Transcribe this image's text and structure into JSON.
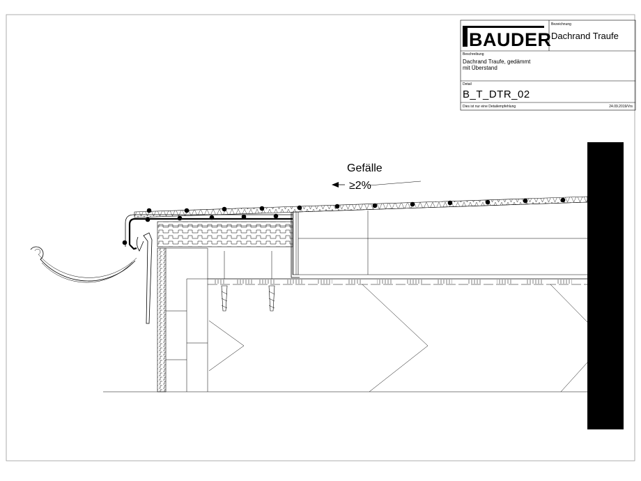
{
  "title_block": {
    "logo_text": "BAUDER",
    "bezeichnung_label": "Bezeichnung",
    "bezeichnung_value": "Dachrand Traufe",
    "beschreibung_label": "Beschreibung",
    "beschreibung_line1": "Dachrand Traufe, gedämmt",
    "beschreibung_line2": "mit Überstand",
    "detail_label": "Detail",
    "detail_code": "B_T_DTR_02",
    "footer_note": "Dies ist nur eine Detailempfehlung",
    "footer_date": "24.09.2019/Vrs"
  },
  "annotations": {
    "slope_label": "Gefälle",
    "slope_value": "≥2%"
  },
  "colors": {
    "line": "#000000",
    "background": "#ffffff",
    "frame": "#999999"
  }
}
